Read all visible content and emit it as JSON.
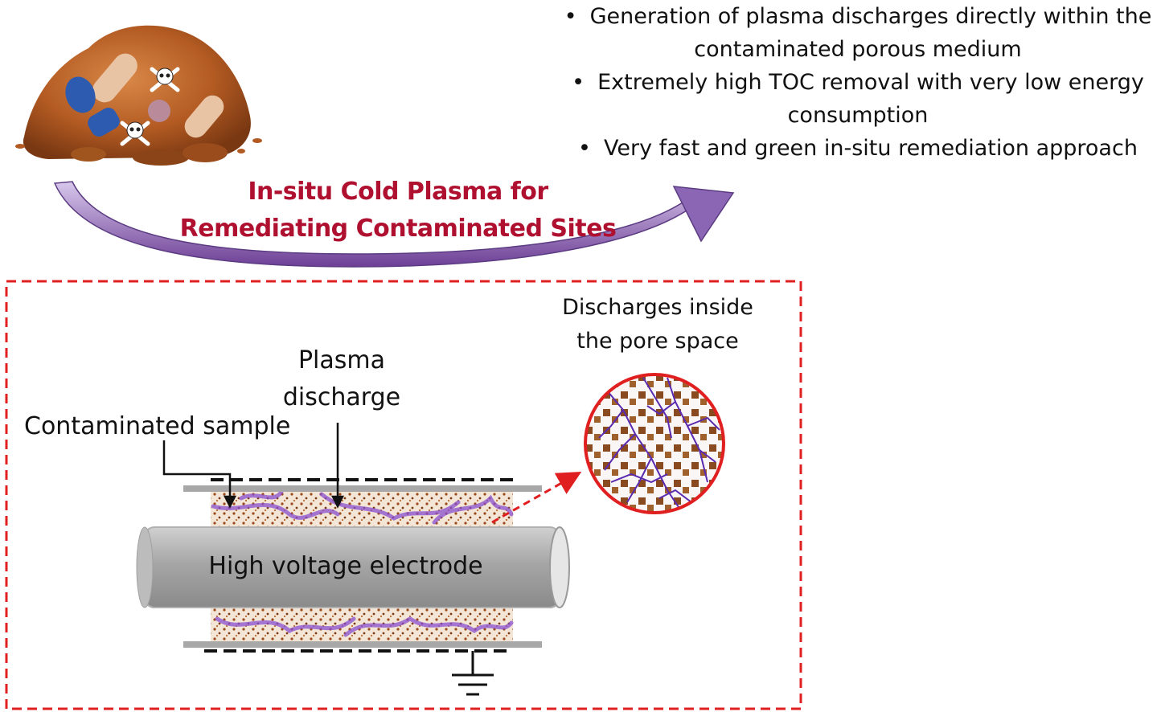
{
  "bullets": [
    "Generation of plasma discharges directly within the contaminated porous medium",
    "Extremely high TOC removal with very low energy consumption",
    "Very fast and green in-situ remediation approach"
  ],
  "title": "In-situ Cold Plasma for Remediating Contaminated Sites",
  "labels": {
    "contaminated_sample": "Contaminated sample",
    "plasma_discharge": "Plasma discharge",
    "high_voltage_electrode": "High voltage electrode",
    "discharges_inside": "Discharges inside the pore space"
  },
  "colors": {
    "title": "#b01030",
    "arrow": "#7b4fa0",
    "dashed_box": "#e02020",
    "soil": "#b8602a",
    "plasma": "#8a4fd0",
    "electrode": "#a8a8a8"
  },
  "icons": [
    "skull-crossbones-icon",
    "pill-icon",
    "capsule-icon",
    "ground-symbol-icon"
  ]
}
